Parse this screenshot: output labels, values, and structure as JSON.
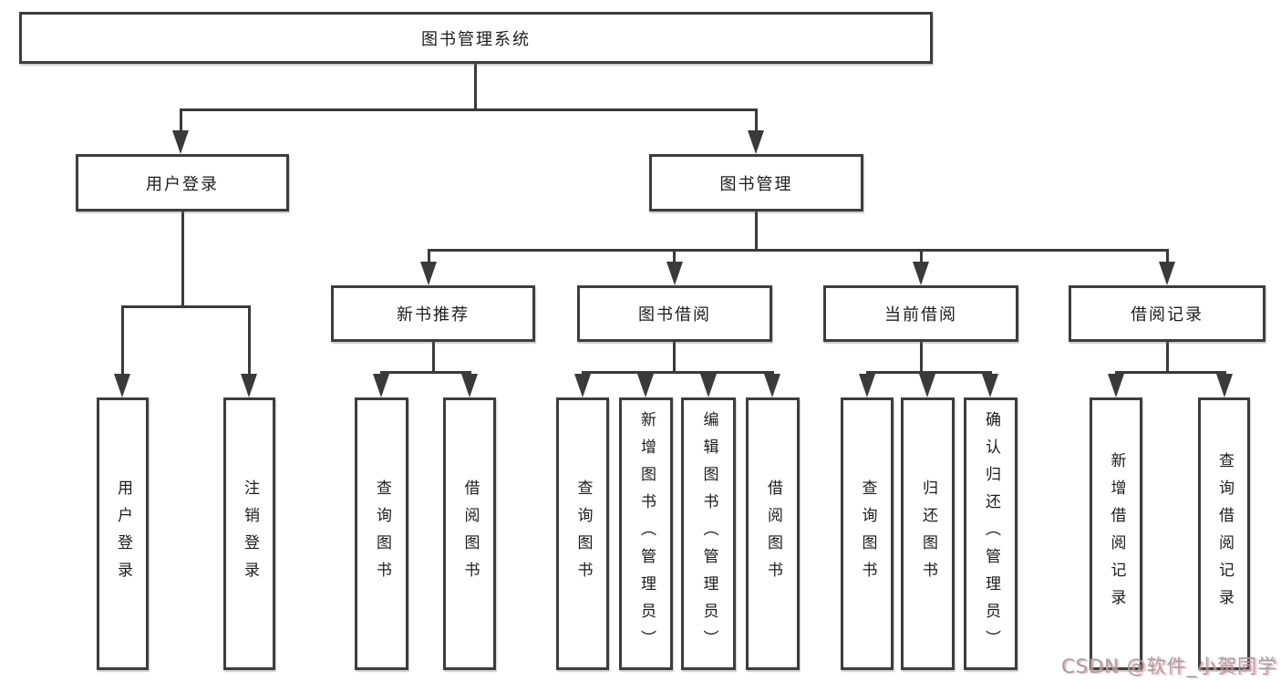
{
  "tree": {
    "label": "图书管理系统",
    "children": [
      {
        "label": "用户登录",
        "children": [
          {
            "label": "用户登录"
          },
          {
            "label": "注销登录"
          }
        ]
      },
      {
        "label": "图书管理",
        "children": [
          {
            "label": "新书推荐",
            "children": [
              {
                "label": "查询图书"
              },
              {
                "label": "借阅图书"
              }
            ]
          },
          {
            "label": "图书借阅",
            "children": [
              {
                "label": "查询图书"
              },
              {
                "label": "新增图书（管理员）"
              },
              {
                "label": "编辑图书（管理员）"
              },
              {
                "label": "借阅图书"
              }
            ]
          },
          {
            "label": "当前借阅",
            "children": [
              {
                "label": "查询图书"
              },
              {
                "label": "归还图书"
              },
              {
                "label": "确认归还（管理员）"
              }
            ]
          },
          {
            "label": "借阅记录",
            "children": [
              {
                "label": "新增借阅记录"
              },
              {
                "label": "查询借阅记录"
              }
            ]
          }
        ]
      }
    ]
  },
  "watermark": {
    "text": "CSDN @软件_小贺同学"
  },
  "colors": {
    "line": "#3a3a3a",
    "box_border": "#3d3d3d",
    "text": "#1c1c1c",
    "background": "#ffffff",
    "watermark_gray": "#a3a1a2",
    "watermark_pink": "#f0828c"
  }
}
